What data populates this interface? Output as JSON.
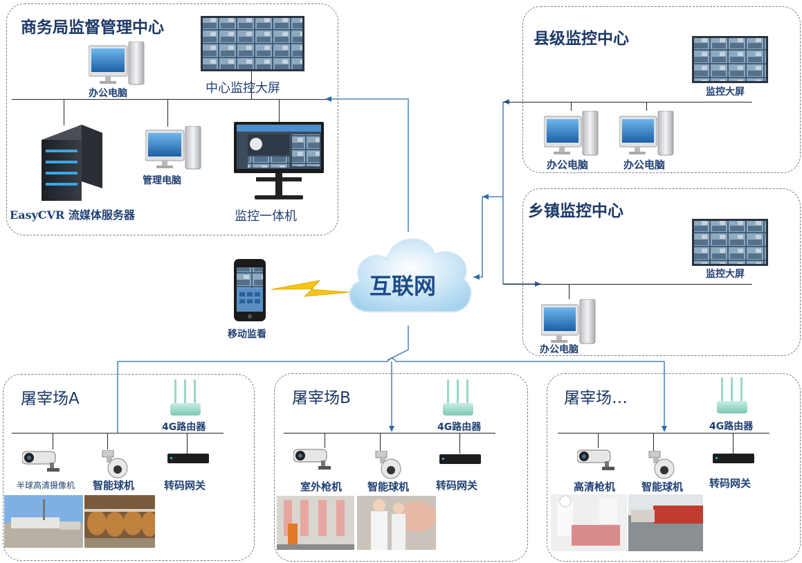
{
  "zones": {
    "commerce": {
      "title": "商务局监督管理中心",
      "office_pc": "办公电脑",
      "big_screen": "中心监控大屏",
      "server": "EasyCVR 流媒体服务器",
      "mgmt_pc": "管理电脑",
      "all_in_one": "监控一体机"
    },
    "county": {
      "title": "县级监控中心",
      "screen": "监控大屏",
      "pc1": "办公电脑",
      "pc2": "办公电脑"
    },
    "town": {
      "title": "乡镇监控中心",
      "screen": "监控大屏",
      "pc": "办公电脑"
    },
    "slaughter_a": {
      "title": "屠宰场A",
      "router": "4G路由器",
      "cam1": "半球高清摄像机",
      "cam2": "智能球机",
      "gateway": "转码网关"
    },
    "slaughter_b": {
      "title": "屠宰场B",
      "router": "4G路由器",
      "cam1": "室外枪机",
      "cam2": "智能球机",
      "gateway": "转码网关"
    },
    "slaughter_c": {
      "title": "屠宰场…",
      "router": "4G路由器",
      "cam1": "高清枪机",
      "cam2": "智能球机",
      "gateway": "转码网关"
    }
  },
  "cloud": {
    "label": "互联网"
  },
  "mobile": {
    "label": "移动监看"
  }
}
